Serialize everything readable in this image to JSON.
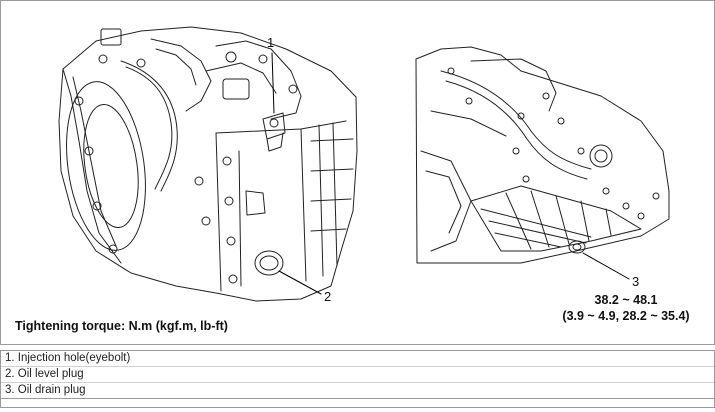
{
  "callouts": {
    "c1": "1",
    "c2": "2",
    "c3": "3"
  },
  "torque": {
    "nm": "38.2 ~ 48.1",
    "alt": "(3.9 ~ 4.9, 28.2 ~ 35.4)"
  },
  "caption": "Tightening torque: N.m (kgf.m, lb-ft)",
  "legend": [
    "1. Injection hole(eyebolt)",
    "2. Oil level plug",
    "3. Oil drain plug"
  ]
}
